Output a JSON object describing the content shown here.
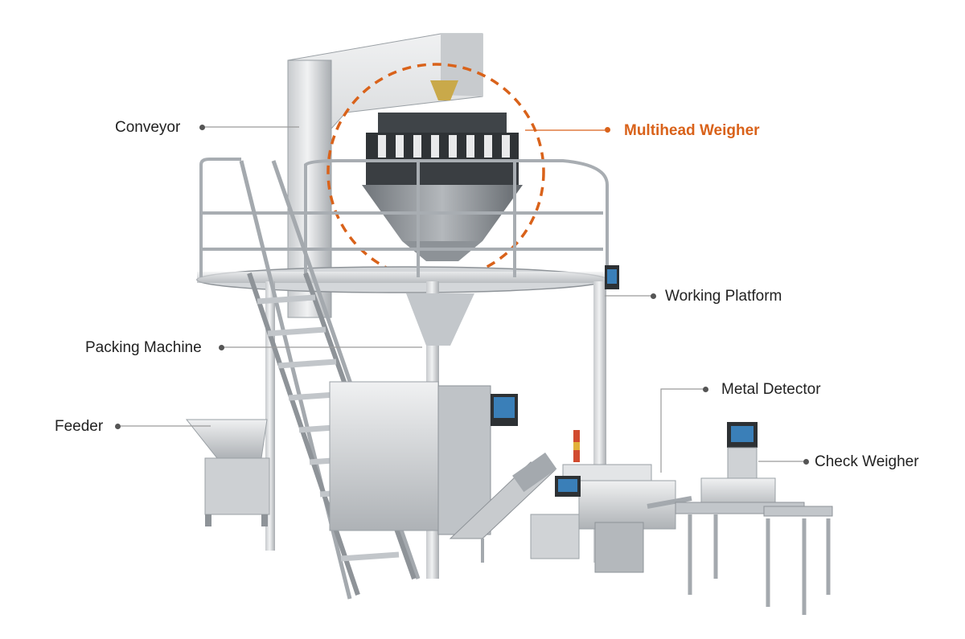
{
  "labels": {
    "conveyor": "Conveyor",
    "multihead_weigher": "Multihead Weigher",
    "working_platform": "Working Platform",
    "packing_machine": "Packing Machine",
    "metal_detector": "Metal Detector",
    "feeder": "Feeder",
    "check_weigher": "Check Weigher"
  },
  "colors": {
    "accent": "#d9621a",
    "label_text": "#222222",
    "leader_line": "#9a9a9a",
    "steel_light": "#e2e4e6",
    "steel_mid": "#b9bdc1",
    "steel_dark": "#7d8287",
    "panel_screen": "#3a7fb8"
  }
}
